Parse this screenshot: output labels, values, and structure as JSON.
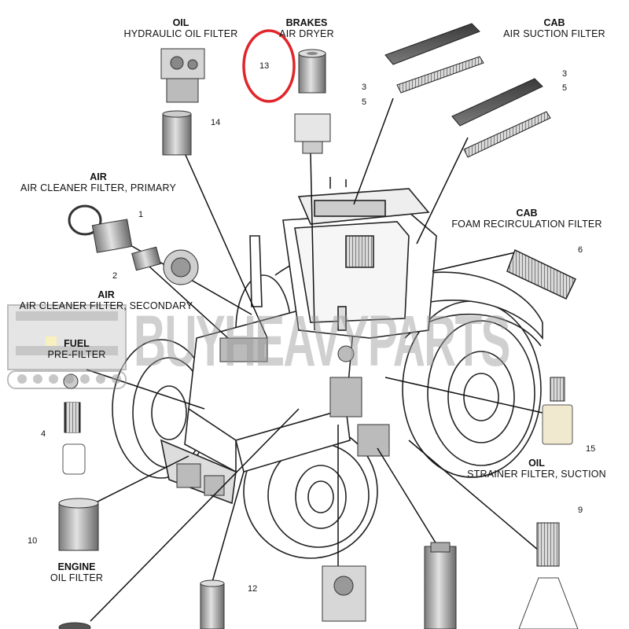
{
  "labels": {
    "oil_hydraulic": {
      "category": "OIL",
      "name": "HYDRAULIC OIL FILTER"
    },
    "brakes": {
      "category": "BRAKES",
      "name": "AIR DRYER"
    },
    "cab_air": {
      "category": "CAB",
      "name": "AIR SUCTION FILTER"
    },
    "air_primary": {
      "category": "AIR",
      "name": "AIR CLEANER FILTER, PRIMARY"
    },
    "cab_foam": {
      "category": "CAB",
      "name": "FOAM RECIRCULATION FILTER"
    },
    "air_secondary": {
      "category": "AIR",
      "name": "AIR CLEANER FILTER, SECONDARY"
    },
    "fuel": {
      "category": "FUEL",
      "name": "PRE-FILTER"
    },
    "oil_strainer": {
      "category": "OIL",
      "name": "STRAINER FILTER, SUCTION"
    },
    "engine": {
      "category": "ENGINE",
      "name": "OIL FILTER"
    }
  },
  "callouts": {
    "n1": "1",
    "n2": "2",
    "n3a": "3",
    "n3b": "3",
    "n4": "4",
    "n5a": "5",
    "n5b": "5",
    "n6": "6",
    "n9": "9",
    "n10": "10",
    "n12": "12",
    "n13": "13",
    "n14": "14",
    "n15": "15"
  },
  "watermark": {
    "text": "BUYHEAVYPARTS",
    "logo_color": "#9a9a9a"
  },
  "highlight_color": "#e0262b"
}
